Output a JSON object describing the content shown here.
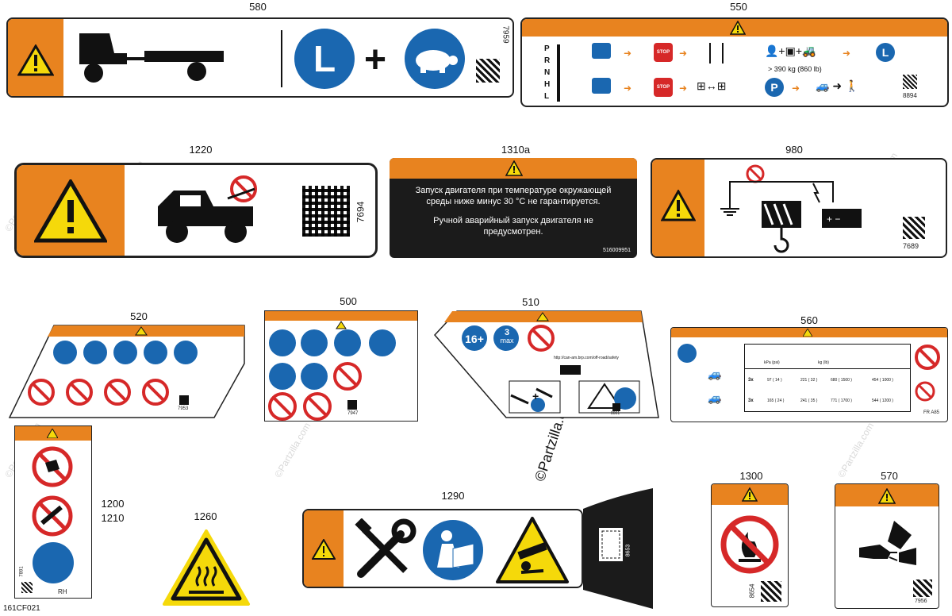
{
  "callouts": {
    "c580": "580",
    "c550": "550",
    "c1220": "1220",
    "c1310a": "1310a",
    "c980": "980",
    "c520": "520",
    "c500": "500",
    "c510": "510",
    "c560": "560",
    "c1200": "1200",
    "c1210": "1210",
    "c1260": "1260",
    "c1290": "1290",
    "c1300": "1300",
    "c570": "570"
  },
  "decals": {
    "d580": {
      "mode_letter": "L",
      "plus": "+",
      "code": "7959"
    },
    "d550": {
      "gears": [
        "P",
        "R",
        "N",
        "H",
        "L"
      ],
      "stop": "STOP",
      "weight": "> 390 kg (860 lb)",
      "mode_letter": "L",
      "park_letter": "P",
      "code": "8894"
    },
    "d1220": {
      "code": "7694"
    },
    "d1310a": {
      "line1": "Запуск двигателя при температуре окружающей",
      "line2": "среды ниже минус 30 °C не гарантируется.",
      "line3": "Ручной аварийный запуск двигателя не",
      "line4": "предусмотрен.",
      "code": "516009951"
    },
    "d980": {
      "code": "7689"
    },
    "d520": {
      "code": "7953"
    },
    "d500": {
      "code": "7947"
    },
    "d510": {
      "age": "16+",
      "riders": "3",
      "max": "max",
      "url": "http://can-am.brp.com/off-road/safety",
      "plus": "+",
      "code": "8001"
    },
    "d560": {
      "rows": [
        {
          "mult": "3x",
          "v1": "97 ( 14 )",
          "v2": "221 ( 32 )",
          "v3": "680 ( 1500 )",
          "v4": "454 ( 1000 )"
        },
        {
          "mult": "3x",
          "v1": "165 ( 24 )",
          "v2": "241 ( 35 )",
          "v3": "771 ( 1700 )",
          "v4": "544 ( 1200 )"
        }
      ],
      "unit_tire": "kPa (psi)",
      "unit_load": "kg (lb)",
      "code": "FR  A85"
    },
    "d1200": {
      "code": "7891",
      "side": "RH"
    },
    "d1290": {
      "code": "8653"
    },
    "d1300": {
      "code": "8654"
    },
    "d570": {
      "code": "7956"
    }
  },
  "figure_code": "161CF021",
  "watermark": "©Partzilla.com",
  "colors": {
    "orange": "#e8831f",
    "blue": "#1a67b0",
    "red": "#d62828",
    "yellow": "#f5d90a",
    "black": "#1b1b1b"
  }
}
